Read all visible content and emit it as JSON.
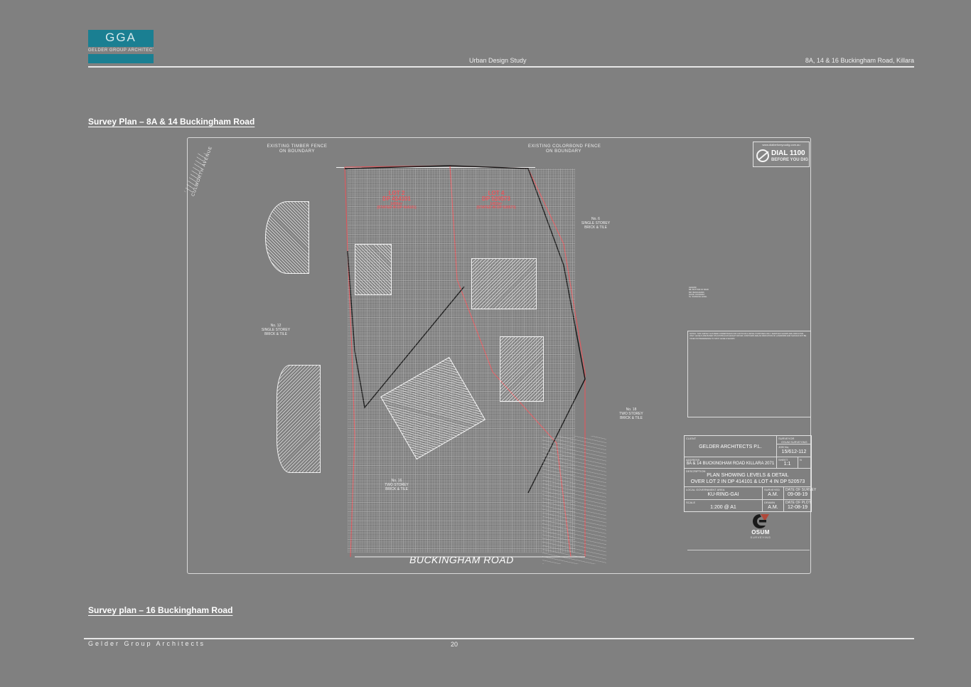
{
  "page": {
    "background_color": "#808080",
    "ink_color": "#ffffff",
    "accent_red": "#e8565c",
    "brand_teal": "#1a7f92"
  },
  "logo": {
    "name": "GGA",
    "subtitle": "GELDER GROUP ARCHITECTS"
  },
  "header": {
    "left": "Urban Design Study",
    "right": "8A, 14 & 16 Buckingham Road, Killara"
  },
  "sections": {
    "title_a": "Survey Plan – 8A & 14 Buckingham Road",
    "title_b": "Survey plan – 16 Buckingham Road"
  },
  "footer": {
    "left": "Gelder Group Architects",
    "page_number": "20"
  },
  "drawing": {
    "dial_stamp": {
      "url": "www.dialbeforeyoudig.com.au",
      "main": "DIAL 1100",
      "sub": "BEFORE YOU DIG",
      "icon": "no-dig-icon"
    },
    "road_labels": {
      "bottom": "BUCKINGHAM ROAD",
      "left_vertical": "CULWORTH AVENUE"
    },
    "lots": [
      {
        "name": "LOT 2",
        "plan": "DP 414101",
        "area": "1456m²",
        "note": "(STATED IN DP 414101)"
      },
      {
        "name": "LOT 4",
        "plan": "DP 520573",
        "area": "1452m²",
        "note": "(STATED IN DP 520573)"
      }
    ],
    "edge_notes": [
      "EXISTING TIMBER FENCE\nON BOUNDARY",
      "EXISTING COLORBOND FENCE\nON BOUNDARY"
    ],
    "vacant_notes": [
      "No. 12\nSINGLE STOREY\nBRICK & TILE",
      "No. 6\nSINGLE STOREY\nBRICK & TILE",
      "No. 18\nTWO STOREY\nBRICK & TILE",
      "No. 16\nTWO STOREY\nBRICK & TILE"
    ],
    "title_block": {
      "client_label": "CLIENT",
      "client": "GELDER ARCHITECTS P.L.",
      "surveyor_label": "SURVEYOR",
      "surveyor": "OSUM SURVEYING",
      "job_label": "JOB No.",
      "job_number": "15/612-112",
      "address_label": "ADDRESS",
      "address": "8A & 14 BUCKINGHAM ROAD KILLARA 2071",
      "description_label": "DESCRIPTION",
      "description_line1": "PLAN SHOWING LEVELS & DETAIL",
      "description_line2": "OVER LOT 2 IN DP 414101 & LOT 4 IN DP 520573",
      "lga_label": "LOCAL GOVERNMENT AREA",
      "lga": "KU-RING-GAI",
      "surveyed_by_label": "SURVEYED",
      "surveyed_by": "A.M.",
      "survey_date_label": "DATE OF SURVEY",
      "survey_date": "09-08-19",
      "scale_label": "SCALE",
      "scale": "1:200 @ A1",
      "drawn_by_label": "DRAWN",
      "drawn_by": "A.M.",
      "plot_date_label": "DATE OF PLOT",
      "plot_date": "12-08-19",
      "sheet_label": "SHEET",
      "sheet": "1:1"
    },
    "firm": {
      "name": "OSUM",
      "tagline": "SURVEYING"
    }
  }
}
